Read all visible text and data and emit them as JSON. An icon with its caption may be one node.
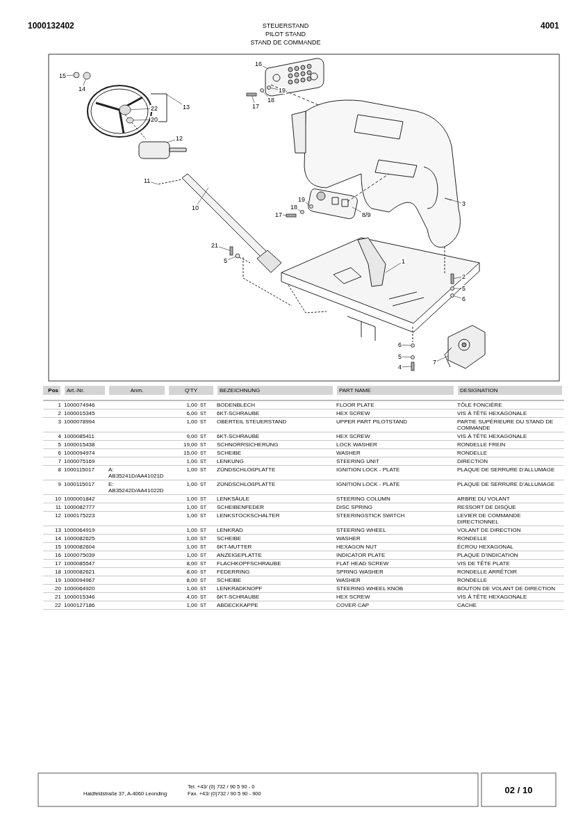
{
  "diagram": {
    "title": "STEUERSTAND",
    "nodes": [
      {
        "text": [
          "15"
        ]
      },
      {
        "text": [
          "14"
        ]
      },
      {
        "text": [
          "13"
        ]
      },
      {
        "text": [
          "22"
        ]
      },
      {
        "text": [
          "20"
        ]
      },
      {
        "text": [
          "12"
        ]
      },
      {
        "text": [
          "11"
        ]
      },
      {
        "text": [
          "10"
        ]
      },
      {
        "text": [
          "16"
        ]
      },
      {
        "text": [
          "19"
        ]
      },
      {
        "text": [
          "18"
        ]
      },
      {
        "text": [
          "17"
        ]
      },
      {
        "text": [
          "19"
        ]
      },
      {
        "text": [
          "18"
        ]
      },
      {
        "text": [
          "17"
        ]
      },
      {
        "text": [
          "8/9"
        ]
      },
      {
        "text": [
          "3"
        ]
      },
      {
        "text": [
          "21"
        ]
      },
      {
        "text": [
          "5"
        ]
      },
      {
        "text": [
          "1"
        ]
      },
      {
        "text": [
          "2"
        ]
      },
      {
        "text": [
          "5"
        ]
      },
      {
        "text": [
          "6"
        ]
      },
      {
        "text": [
          "6"
        ]
      },
      {
        "text": [
          "5"
        ]
      },
      {
        "text": [
          "4"
        ]
      },
      {
        "text": [
          "7"
        ]
      },
      {
        "text": [],
        "shape": "circle"
      },
      {
        "text": [],
        "shape": "circle"
      },
      {
        "text": [],
        "shape": "circle"
      },
      {
        "text": [],
        "shape": "circle"
      },
      {
        "text": [],
        "shape": "circle"
      },
      {
        "text": [],
        "shape": "circle"
      },
      {
        "text": [],
        "shape": "bar"
      },
      {
        "text": [],
        "shape": "circle"
      },
      {
        "text": [],
        "shape": "circle"
      },
      {
        "text": [],
        "shape": "bar"
      },
      {
        "text": [],
        "shape": "bar"
      },
      {
        "text": [],
        "shape": "circle"
      },
      {
        "text": [],
        "shape": "bar"
      },
      {
        "text": [],
        "shape": "circle"
      },
      {
        "text": [],
        "shape": "circle"
      },
      {
        "text": [],
        "shape": "circle"
      },
      {
        "text": [],
        "shape": "circle"
      },
      {
        "text": [],
        "shape": "bar"
      }
    ],
    "edges": [
      {
        "from": 0,
        "to": 27,
        "arrow": "none"
      },
      {
        "from": 1,
        "to": 28,
        "arrow": "none"
      },
      {
        "from": 2,
        "to": null,
        "arrow": "none"
      },
      {
        "from": 3,
        "to": 29,
        "arrow": "none"
      },
      {
        "from": 4,
        "to": 30,
        "arrow": "none"
      },
      {
        "from": 5,
        "to": null,
        "arrow": "none"
      },
      {
        "from": 6,
        "to": null,
        "arrow": "none"
      },
      {
        "from": 7,
        "to": null,
        "arrow": "none"
      },
      {
        "from": 8,
        "to": null,
        "arrow": "none"
      },
      {
        "from": 9,
        "to": 31,
        "arrow": "none"
      },
      {
        "from": 10,
        "to": 32,
        "arrow": "none"
      },
      {
        "from": 11,
        "to": 33,
        "arrow": "none"
      },
      {
        "from": 12,
        "to": 34,
        "arrow": "none"
      },
      {
        "from": 13,
        "to": 35,
        "arrow": "none"
      },
      {
        "from": 14,
        "to": 36,
        "arrow": "none"
      },
      {
        "from": 15,
        "to": null,
        "arrow": "none"
      },
      {
        "from": 16,
        "to": null,
        "arrow": "none"
      },
      {
        "from": 17,
        "to": 37,
        "arrow": "none"
      },
      {
        "from": 18,
        "to": 38,
        "arrow": "none"
      },
      {
        "from": 19,
        "to": null,
        "arrow": "none"
      },
      {
        "from": 20,
        "to": 39,
        "arrow": "none"
      },
      {
        "from": 21,
        "to": 40,
        "arrow": "none"
      },
      {
        "from": 22,
        "to": 41,
        "arrow": "none"
      },
      {
        "from": 23,
        "to": 42,
        "arrow": "none"
      },
      {
        "from": 24,
        "to": 43,
        "arrow": "none"
      },
      {
        "from": 25,
        "to": 44,
        "arrow": "none"
      },
      {
        "from": 26,
        "to": null,
        "arrow": "none"
      }
    ],
    "labels": [
      "1000132402",
      "PILOT STAND",
      "STAND DE COMMANDE",
      "4001",
      "Pos",
      "Art.-Nr.",
      "Anm.",
      "Q'TY",
      "BEZEICHNUNG",
      "PART NAME",
      "DESIGNATION",
      "1",
      "1000074946",
      "1,00",
      "ST",
      "BODENBLECH",
      "FLOOR PLATE",
      "TÔLE FONCIÈRE",
      "2",
      "1000015345",
      "6,00",
      "ST",
      "6KT-SCHRAUBE",
      "HEX SCREW",
      "VIS À TÊTE HEXAGONALE",
      "3",
      "1000078994",
      "1,00",
      "ST",
      "OBERTEIL STEUERSTAND",
      "UPPER PART PILOTSTAND",
      "PARTIE SUPÉRIEURE DU STAND DE COMMANDE",
      "4",
      "1000085411",
      "9,00",
      "ST",
      "6KT-SCHRAUBE",
      "HEX SCREW",
      "VIS À TÊTE HEXAGONALE",
      "5",
      "1000015438",
      "19,00",
      "ST",
      "SCHNORRSICHERUNG",
      "LOCK WASHER",
      "RONDELLE FREIN",
      "6",
      "1000094974",
      "15,00",
      "ST",
      "SCHEIBE",
      "WASHER",
      "RONDELLE",
      "7",
      "1000075169",
      "1,00",
      "ST",
      "LENKUNG",
      "STEERING UNIT",
      "DIRECTION",
      "8",
      "1000115017",
      "A: AB35241D/AA41021D",
      "1,00",
      "ST",
      "ZÜNDSCHLOßPLATTE",
      "IGNITION LOCK - PLATE",
      "PLAQUE DE SERRURE D'ALLUMAGE",
      "9",
      "1000115017",
      "E: AB35242D/AA41022D",
      "1,00",
      "ST",
      "ZÜNDSCHLOßPLATTE",
      "IGNITION LOCK - PLATE",
      "PLAQUE DE SERRURE D'ALLUMAGE",
      "10",
      "1000001842",
      "1,00",
      "ST",
      "LENKSÄULE",
      "STEERING COLUMN",
      "ARBRE DU VOLANT",
      "11",
      "1000082777",
      "1,00",
      "ST",
      "SCHEIBENFEDER",
      "DISC SPRING",
      "RESSORT DE DISQUE",
      "12",
      "1000175223",
      "1,00",
      "ST",
      "LENKSTOCKSCHALTER",
      "STEERINGSTICK SWITCH",
      "LEVIER DE COMMANDE DIRECTIONNEL",
      "13",
      "1000064919",
      "1,00",
      "ST",
      "LENKRAD",
      "STEERING WHEEL",
      "VOLANT DE DIRECTION",
      "14",
      "1000082625",
      "1,00",
      "ST",
      "SCHEIBE",
      "WASHER",
      "RONDELLE",
      "15",
      "1000082604",
      "1,00",
      "ST",
      "6KT-MUTTER",
      "HEXAGON NUT",
      "ÉCROU HEXAGONAL",
      "16",
      "1000075039",
      "1,00",
      "ST",
      "ANZEIGEPLATTE",
      "INDICATOR PLATE",
      "PLAQUE D'INDICATION",
      "17",
      "1000085547",
      "8,00",
      "ST",
      "FLACHKOPFSCHRAUBE",
      "FLAT HEAD SCREW",
      "VIS DE TÊTE PLATE",
      "18",
      "1000082621",
      "8,00",
      "ST",
      "FEDERRING",
      "SPRING WASHER",
      "RONDELLE ARRÊTOIR",
      "19",
      "1000094967",
      "8,00",
      "ST",
      "SCHEIBE",
      "WASHER",
      "RONDELLE",
      "20",
      "1000064920",
      "1,00",
      "ST",
      "LENKRADKNOPF",
      "STEERING WHEEL KNOB",
      "BOUTON DE VOLANT DE DIRECTION",
      "21",
      "1000015346",
      "4,00",
      "ST",
      "6KT-SCHRAUBE",
      "HEX SCREW",
      "VIS À TÊTE HEXAGONALE",
      "22",
      "1000127186",
      "1,00",
      "ST",
      "ABDECKKAPPE",
      "COVER CAP",
      "CACHE",
      "Haidfeldstraße 37, A-4060 Leonding",
      "Tel. +43/ (0) 732 / 90 5 90 - 0",
      "Fax. +43/ (0)732 / 90 5 90 - 900",
      "02 / 10"
    ]
  }
}
